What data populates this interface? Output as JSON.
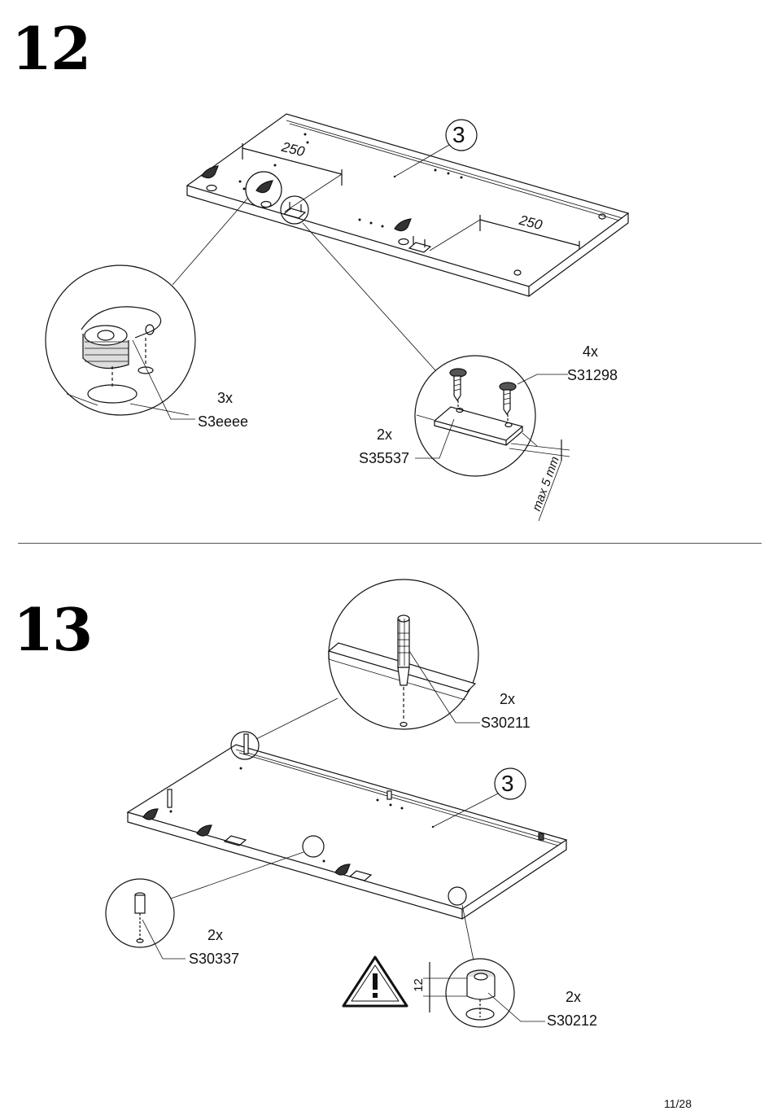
{
  "steps": [
    {
      "number": "12",
      "panel_id": "3",
      "dimensions": [
        "250",
        "250"
      ],
      "note": "max 5 mm",
      "parts": [
        {
          "qty": "3x",
          "code": "S3eeee"
        },
        {
          "qty": "2x",
          "code": "S35537"
        },
        {
          "qty": "4x",
          "code": "S31298"
        }
      ]
    },
    {
      "number": "13",
      "panel_id": "3",
      "dimension": "12",
      "parts": [
        {
          "qty": "2x",
          "code": "S30211"
        },
        {
          "qty": "2x",
          "code": "S30337"
        },
        {
          "qty": "2x",
          "code": "S30212"
        }
      ],
      "warning_icon": "warning-triangle-icon"
    }
  ],
  "page": "11/28"
}
